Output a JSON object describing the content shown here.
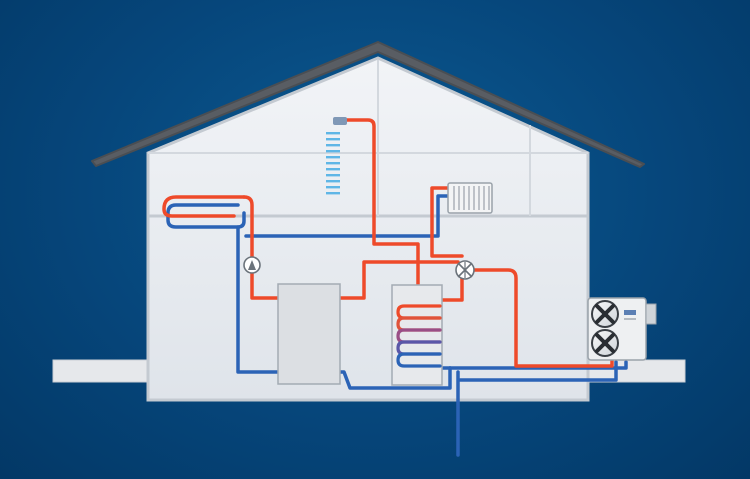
{
  "diagram": {
    "kind": "heat-pump-heating-schematic",
    "colors": {
      "background": "#06467b",
      "wall": "#e9edf1",
      "roof": "#595d63",
      "ground": "#e6e8eb",
      "hot_pipe": "#ee4a2a",
      "cold_pipe": "#2b63b6"
    },
    "icons": [
      "house",
      "shower-icon",
      "radiator-icon",
      "floor-heating-coil",
      "circulation-pump-icon",
      "buffer-tank",
      "hot-water-cylinder",
      "three-way-valve-icon",
      "outdoor-heat-pump-unit"
    ]
  }
}
